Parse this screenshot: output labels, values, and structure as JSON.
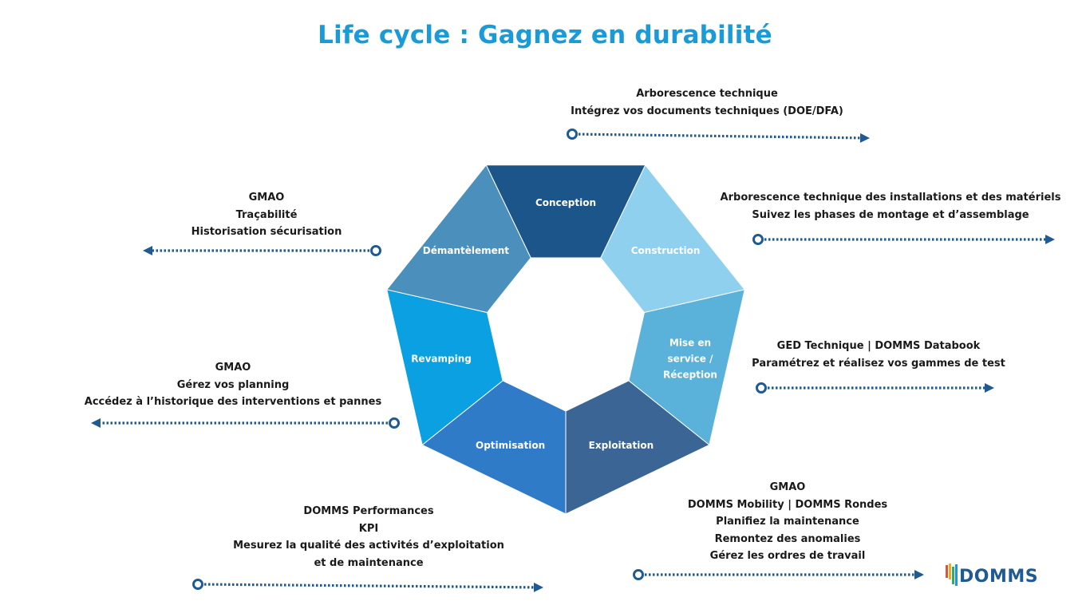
{
  "title": "Life cycle : Gagnez en durabilité",
  "segments": [
    {
      "label_lines": [
        "Conception"
      ],
      "color": "#1b5589"
    },
    {
      "label_lines": [
        "Construction"
      ],
      "color": "#8fd0ee"
    },
    {
      "label_lines": [
        "Mise en",
        "service /",
        "Réception"
      ],
      "color": "#5ab2da"
    },
    {
      "label_lines": [
        "Exploitation"
      ],
      "color": "#3b6595"
    },
    {
      "label_lines": [
        "Optimisation"
      ],
      "color": "#2f7bc8"
    },
    {
      "label_lines": [
        "Revamping"
      ],
      "color": "#0aa0e2"
    },
    {
      "label_lines": [
        "Démantèlement"
      ],
      "color": "#4b90bd"
    }
  ],
  "callouts": {
    "conception": {
      "lines": [
        "Arborescence technique",
        "Intégrez vos documents techniques (DOE/DFA)"
      ]
    },
    "construction": {
      "lines": [
        "Arborescence technique des installations et des matériels",
        "Suivez les phases de montage et d’assemblage"
      ]
    },
    "mise_en_service": {
      "lines": [
        "GED Technique | DOMMS Databook",
        "Paramétrez et réalisez vos gammes de test"
      ]
    },
    "exploitation": {
      "lines": [
        "GMAO",
        "DOMMS Mobility | DOMMS Rondes",
        "Planifiez la maintenance",
        "Remontez des anomalies",
        "Gérez les ordres de travail"
      ]
    },
    "optimisation": {
      "lines": [
        "DOMMS Performances",
        "KPI",
        "Mesurez la qualité des activités d’exploitation",
        "et de maintenance"
      ]
    },
    "revamping": {
      "lines": [
        "GMAO",
        "Gérez vos planning",
        "Accédez à l’historique des interventions et pannes"
      ]
    },
    "demantelement": {
      "lines": [
        "GMAO",
        "Traçabilité",
        "Historisation sécurisation"
      ]
    }
  },
  "logo": {
    "text": "DOMMS",
    "bar_colors": [
      "#e94e3c",
      "#f5a623",
      "#2fae66",
      "#1a9ad6"
    ]
  },
  "accent_color": "#1f5a93"
}
